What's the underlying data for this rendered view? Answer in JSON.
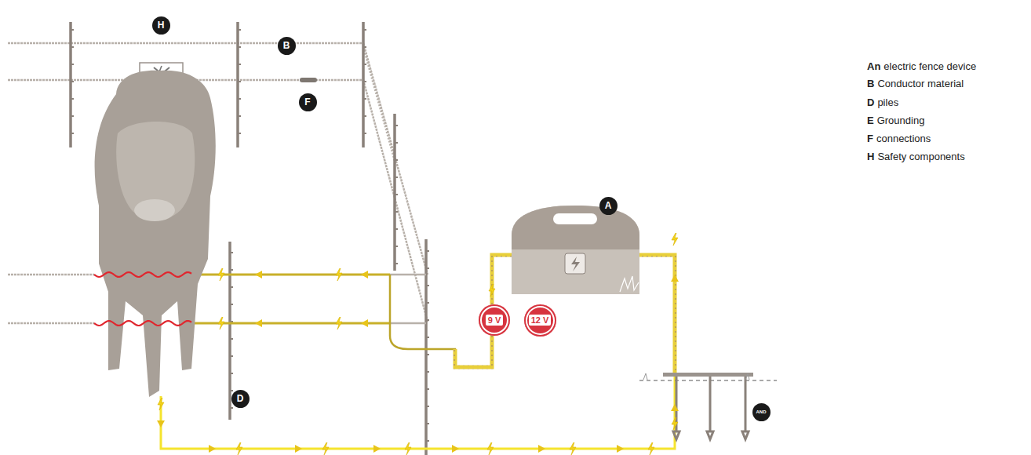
{
  "diagram": {
    "nodes": [
      {
        "text": [
          "H"
        ]
      },
      {
        "text": [
          "B"
        ]
      },
      {
        "text": [
          "F"
        ]
      },
      {
        "text": [
          "A"
        ]
      },
      {
        "text": [
          "9 V"
        ]
      },
      {
        "text": [
          "12 V"
        ]
      },
      {
        "text": [
          "D"
        ]
      },
      {
        "text": [
          "AND"
        ]
      }
    ],
    "labels": [
      "An",
      "electric fence device",
      "B",
      "Conductor material",
      "D",
      "piles",
      "E",
      "Grounding",
      "F",
      "connections",
      "H",
      "Safety components"
    ]
  }
}
